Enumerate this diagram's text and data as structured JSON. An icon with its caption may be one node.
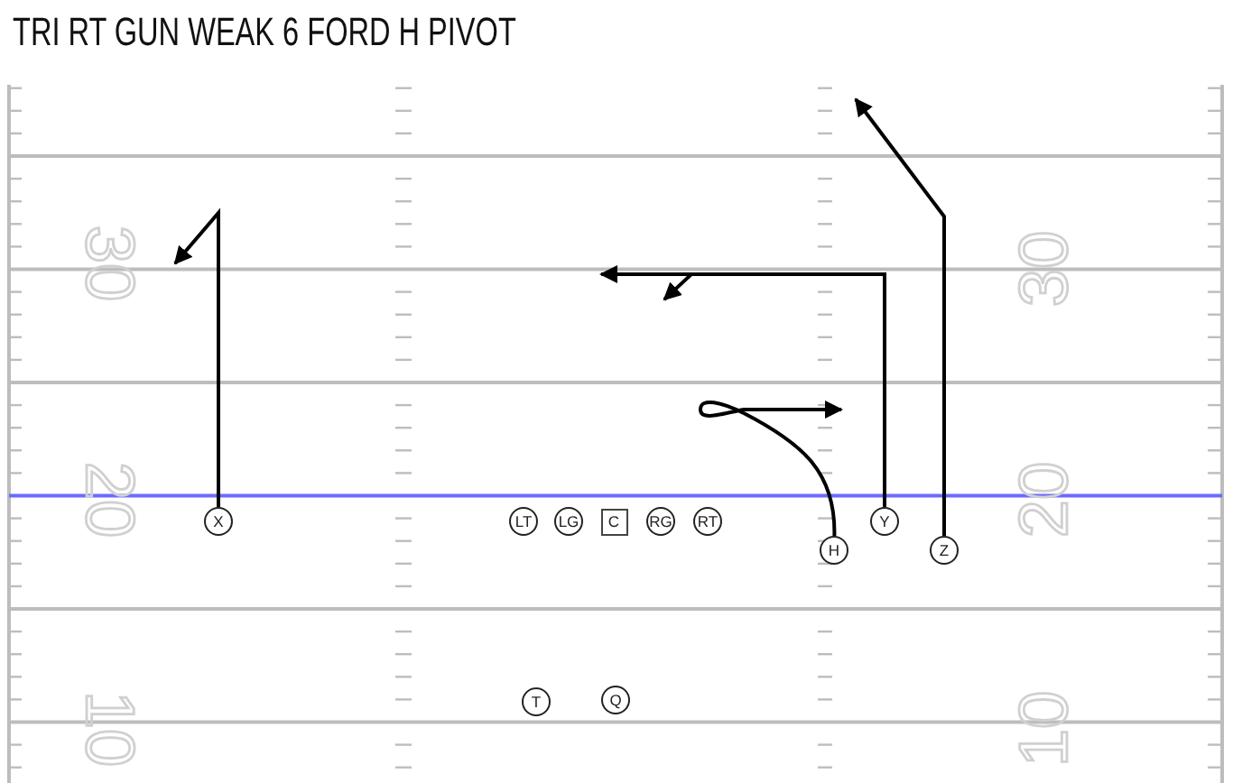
{
  "diagram": {
    "title": "TRI RT GUN WEAK 6 FORD H PIVOT",
    "nodes": [
      {
        "text": [
          "X"
        ]
      },
      {
        "text": [
          "LT"
        ]
      },
      {
        "text": [
          "LG"
        ]
      },
      {
        "text": [
          "C"
        ]
      },
      {
        "text": [
          "RG"
        ]
      },
      {
        "text": [
          "RT"
        ]
      },
      {
        "text": [
          "H"
        ]
      },
      {
        "text": [
          "Y"
        ]
      },
      {
        "text": [
          "Z"
        ]
      },
      {
        "text": [
          "T"
        ]
      },
      {
        "text": [
          "Q"
        ]
      }
    ],
    "edges": [
      {
        "from": 0,
        "to": null,
        "arrow": "to"
      },
      {
        "from": 6,
        "to": null,
        "arrow": "to"
      },
      {
        "from": 7,
        "to": null,
        "arrow": "to"
      },
      {
        "from": 7,
        "to": null,
        "arrow": "to"
      },
      {
        "from": 8,
        "to": null,
        "arrow": "to"
      }
    ],
    "labels": [
      "30",
      "30",
      "20",
      "20",
      "10",
      "10"
    ]
  }
}
